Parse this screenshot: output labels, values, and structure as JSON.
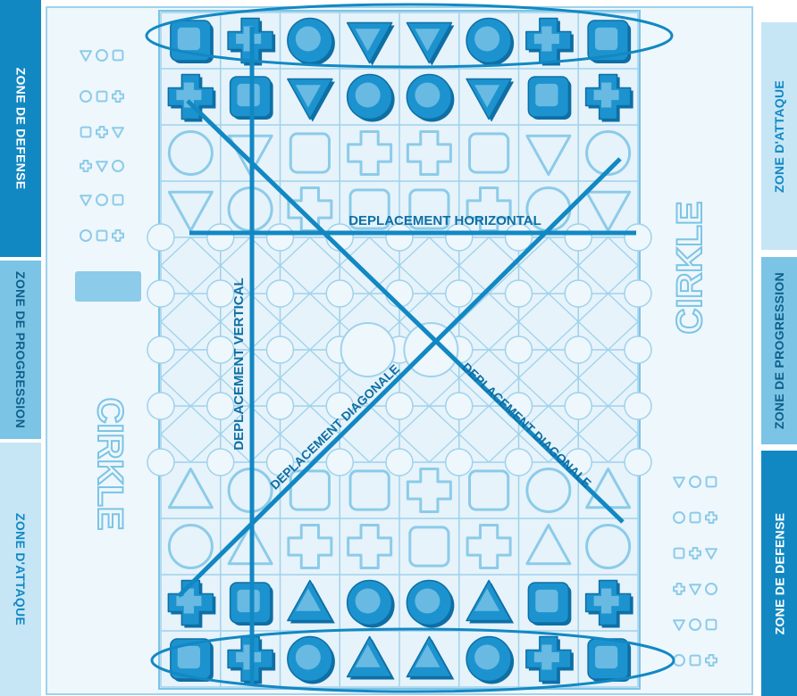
{
  "colors": {
    "accent": "#1288c3",
    "light": "#7cc4e6",
    "pale": "#c6e6f5",
    "board_bg": "#e9f5fb",
    "zone_text_light": "#1288c3",
    "zone_text_dark": "#ffffff"
  },
  "left_zones": [
    {
      "label": "ZONE DE DEFENSE",
      "style": "solid"
    },
    {
      "label": "ZONE DE PROGRESSION",
      "style": "light"
    },
    {
      "label": "ZONE D'ATTAQUE",
      "style": "pale"
    }
  ],
  "right_zones": [
    {
      "label": "ZONE D'ATTAQUE",
      "style": "pale"
    },
    {
      "label": "ZONE DE PROGRESSION",
      "style": "light"
    },
    {
      "label": "ZONE DE DEFENSE",
      "style": "solid"
    }
  ],
  "brand": {
    "logo_text": "CIRKLE"
  },
  "movement_labels": {
    "horizontal": "DEPLACEMENT HORIZONTAL",
    "vertical": "DEPLACEMENT VERTICAL",
    "diagonal_1": "DEPLACEMENT DIAGONALE",
    "diagonal_2": "DEPLACEMENT DIAGONALE"
  },
  "board": {
    "columns": 8,
    "rows": 12,
    "top_pieces_row1": [
      "square",
      "cross",
      "circle",
      "triangle",
      "triangle",
      "circle",
      "cross",
      "square"
    ],
    "top_pieces_row2": [
      "cross",
      "square",
      "triangle",
      "circle",
      "circle",
      "triangle",
      "square",
      "cross"
    ],
    "outline_row3": [
      "circle",
      "triangle",
      "square",
      "cross",
      "cross",
      "square",
      "triangle",
      "circle"
    ],
    "outline_row4": [
      "triangle",
      "circle",
      "cross",
      "square",
      "square",
      "cross",
      "circle",
      "triangle"
    ],
    "outline_row9": [
      "triangle",
      "circle",
      "square",
      "square",
      "cross",
      "square",
      "circle",
      "triangle"
    ],
    "outline_row10": [
      "circle",
      "triangle",
      "cross",
      "cross",
      "square",
      "cross",
      "triangle",
      "circle"
    ],
    "bottom_pieces_row11": [
      "cross",
      "square",
      "triangle",
      "circle",
      "circle",
      "triangle",
      "square",
      "cross"
    ],
    "bottom_pieces_row12": [
      "square",
      "cross",
      "circle",
      "triangle",
      "triangle",
      "circle",
      "cross",
      "square"
    ]
  }
}
